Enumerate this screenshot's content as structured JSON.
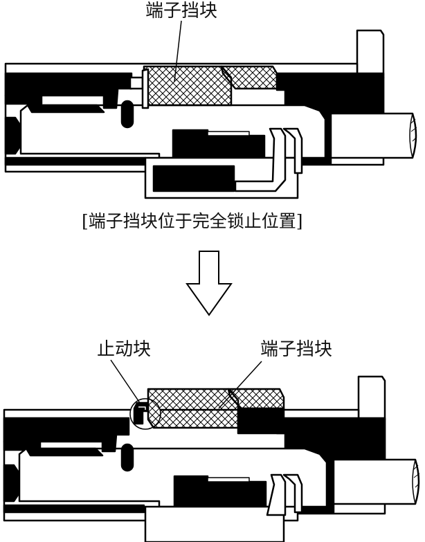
{
  "top": {
    "label_terminal_block": "端子挡块",
    "caption": "[端子挡块位于完全锁止位置]"
  },
  "bottom": {
    "label_stopper": "止动块",
    "label_terminal_block": "端子挡块"
  },
  "arrow_icon": "down-arrow-icon",
  "colors": {
    "ink": "#000000",
    "paper": "#ffffff"
  }
}
